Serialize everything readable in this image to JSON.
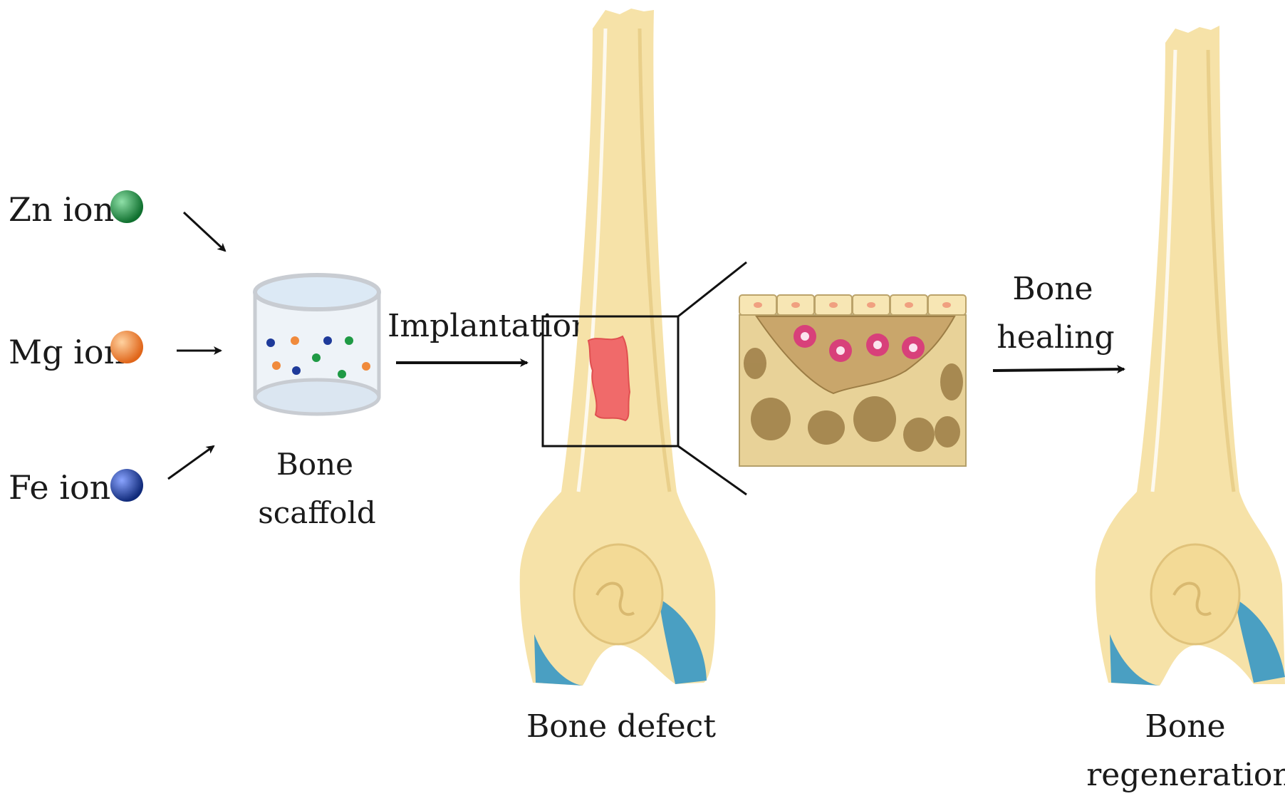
{
  "ions": [
    {
      "label": "Zn ion",
      "color": "#1f9a45"
    },
    {
      "label": "Mg ion",
      "color": "#f08a3c"
    },
    {
      "label": "Fe ion",
      "color": "#1e3a9a"
    }
  ],
  "scaffold_label": [
    "Bone",
    "scaffold"
  ],
  "implantation_label": "Implantation",
  "defect_label": "Bone defect",
  "healing_label": [
    "Bone",
    "healing"
  ],
  "regeneration_label": [
    "Bone",
    "regeneration"
  ],
  "colors": {
    "bone": "#f6e2a8",
    "bone_shade": "#e9cf8a",
    "cartilage": "#4a9fc2",
    "defect": "#f06a6a",
    "tissue": "#c9a66b",
    "cell": "#d8407a"
  }
}
